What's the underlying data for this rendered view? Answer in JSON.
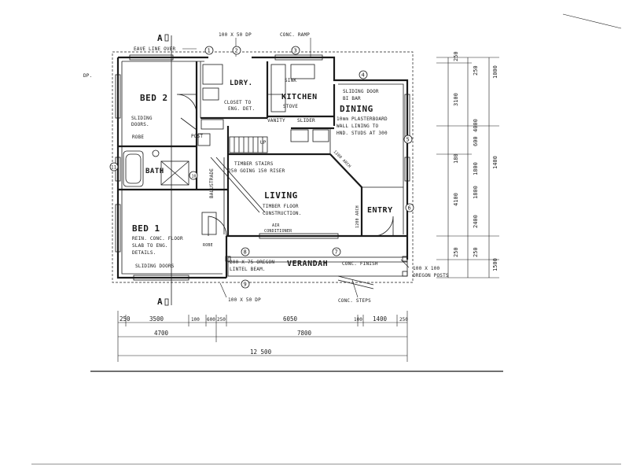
{
  "rooms": {
    "bed2": "BED 2",
    "bed1": "BED 1",
    "bath": "BATH",
    "ldry": "LDRY.",
    "kitchen": "KITCHEN",
    "dining": "DINING",
    "living": "LIVING",
    "entry": "ENTRY",
    "verandah": "VERANDAH"
  },
  "notes": {
    "eave_line": "EAVE LINE OVER",
    "dp_top": "100 X 50 DP",
    "conc_ramp": "CONC. RAMP",
    "dp_left": "DP.",
    "sliding_door_1": "SLIDING DOOR",
    "sliding_door_2": "BI BAR",
    "plaster_1": "10mm PLASTERBOARD",
    "plaster_2": "WALL LINING TO",
    "plaster_3": "HND. STUDS AT 300",
    "sliding_doors": "SLIDING",
    "sliding_doors_2": "DOORS.",
    "robe_1": "ROBE",
    "post": "POST",
    "sink": "SINK",
    "stove": "STOVE",
    "vanity": "VANITY",
    "slider": "SLIDER",
    "ldry_1": "CLOSET TO",
    "ldry_2": "ENG. DET.",
    "timber_stairs_1": "TIMBER STAIRS",
    "timber_stairs_2": "250 GOING 150 RISER",
    "balustrade": "BALUSTRADE",
    "timber_floor_1": "TIMBER FLOOR",
    "timber_floor_2": "CONSTRUCTION.",
    "air_cond_1": "AIR",
    "air_cond_2": "CONDITIONER",
    "slab_1": "REIN. CONC. FLOOR",
    "slab_2": "SLAB TO ENG.",
    "slab_3": "DETAILS.",
    "sliding_doors_bed1": "SLIDING DOORS",
    "robe_2": "ROBE",
    "lintel_1": "200 X 75 OREGON",
    "lintel_2": "LINTEL BEAM.",
    "conc_finish": "CONC. FINISH",
    "oregon_posts_1": "100 X 100",
    "oregon_posts_2": "OREGON POSTS",
    "dp_bottom": "100 X 50 DP",
    "conc_steps": "CONC. STEPS",
    "bay_window": "1200 ARCH",
    "door_note": "1200 ARCH",
    "up": "UP"
  },
  "section_marks": {
    "top": "A",
    "bottom": "A"
  },
  "grid_tags": [
    "1",
    "2",
    "3",
    "4",
    "5",
    "6",
    "7",
    "8",
    "9",
    "10",
    "11"
  ],
  "dims_bottom_row1": [
    "250",
    "3500",
    "100",
    "600",
    "250",
    "6050",
    "100",
    "1400",
    "250"
  ],
  "dims_bottom_row2": [
    "4700",
    "7800"
  ],
  "dims_bottom_total": "12 500",
  "dims_right_col1": [
    "250",
    "3100",
    "180",
    "4100",
    "250"
  ],
  "dims_right_col2": [
    "250",
    "4000",
    "600",
    "1800",
    "1800",
    "2400",
    "250"
  ],
  "dims_right_col3": [
    "1000",
    "1400",
    "1500"
  ]
}
